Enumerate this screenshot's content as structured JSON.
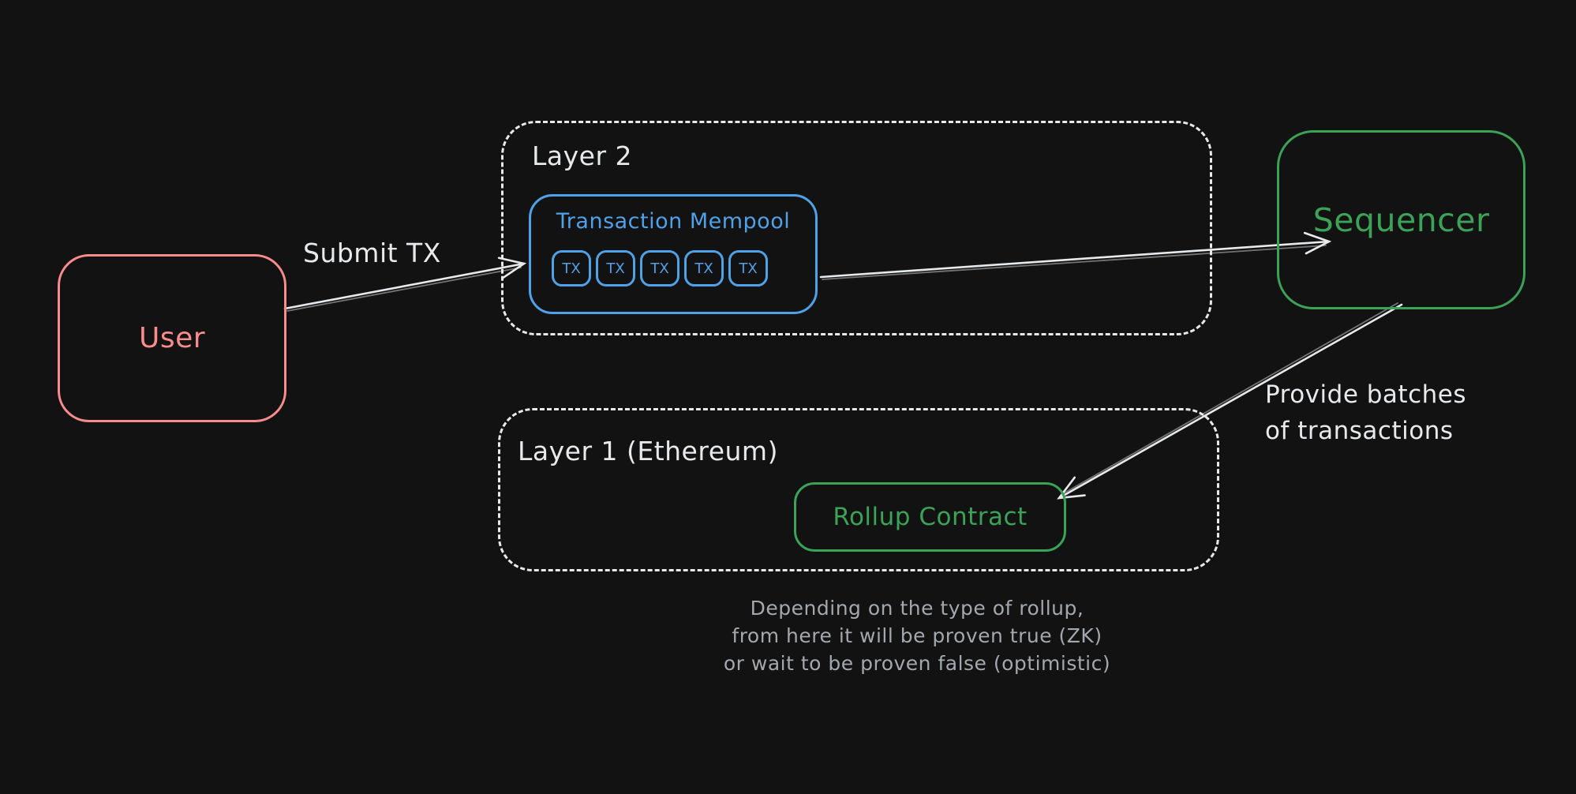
{
  "colors": {
    "background": "#121212",
    "stroke_white": "#e7eaed",
    "muted_gray": "#a3a8af",
    "blue": "#4fa1e8",
    "green": "#3aa357",
    "salmon": "#f88b8b"
  },
  "nodes": {
    "user": {
      "label": "User"
    },
    "layer2": {
      "label": "Layer 2"
    },
    "mempool": {
      "title": "Transaction Mempool",
      "tx_items": [
        "TX",
        "TX",
        "TX",
        "TX",
        "TX"
      ]
    },
    "sequencer": {
      "label": "Sequencer"
    },
    "layer1": {
      "label": "Layer 1 (Ethereum)"
    },
    "rollup_contract": {
      "label": "Rollup Contract"
    }
  },
  "edges": {
    "submit_tx": {
      "label": "Submit TX"
    },
    "provide_batches": {
      "line1": "Provide batches",
      "line2": "of transactions"
    }
  },
  "caption": {
    "line1": "Depending on the type of rollup,",
    "line2": "from here it will be proven true (ZK)",
    "line3": "or wait to be proven false (optimistic)"
  }
}
